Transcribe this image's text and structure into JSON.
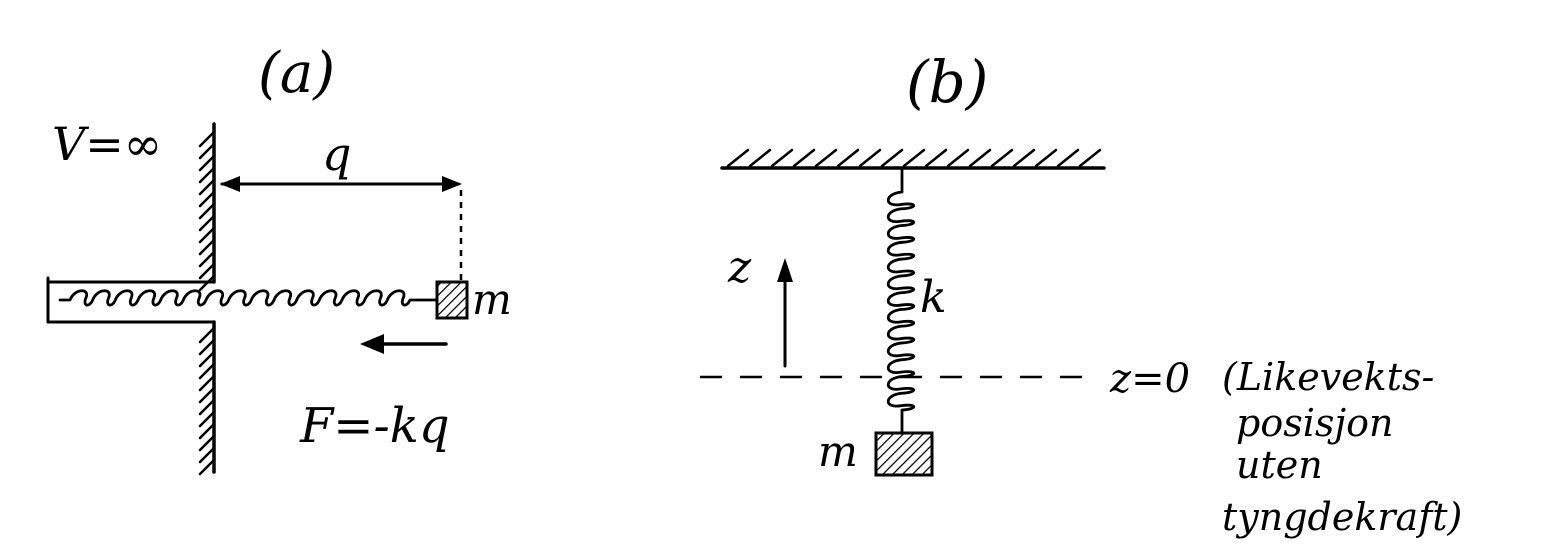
{
  "panel_a": {
    "label": "(a)",
    "potential": "V=∞",
    "displacement": "q",
    "mass": "m",
    "force": "F=-kq"
  },
  "panel_b": {
    "label": "(b)",
    "axis": "z",
    "spring_constant": "k",
    "mass": "m",
    "equilibrium_label": "z=0",
    "note_lines": [
      "(Likevekts-",
      "posisjon",
      "uten",
      "tyngdekraft)"
    ]
  },
  "colors": {
    "ink": "#000000",
    "background": "#ffffff"
  }
}
